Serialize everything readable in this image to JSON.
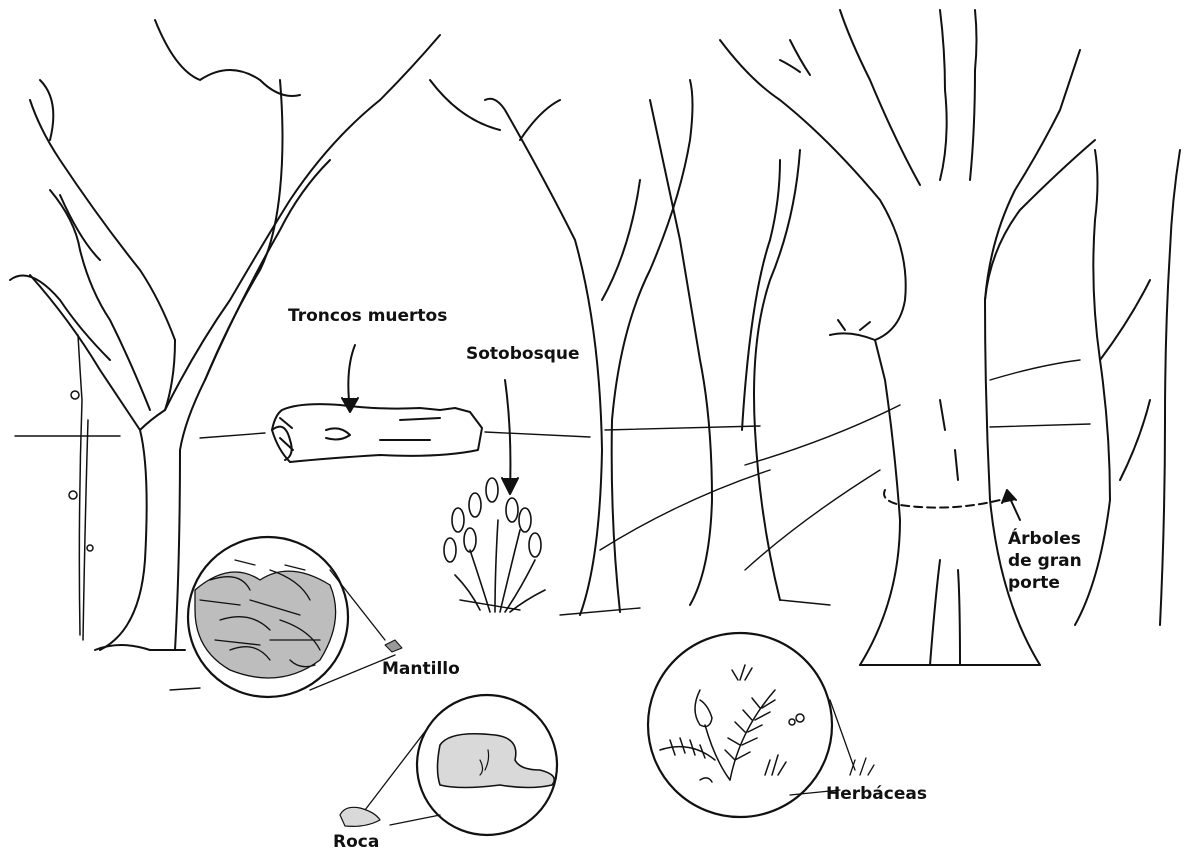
{
  "labels": {
    "troncos_muertos": "Troncos muertos",
    "sotobosque": "Sotobosque",
    "arboles_gran_porte": [
      "Árboles",
      "de gran",
      "porte"
    ],
    "mantillo": "Mantillo",
    "herbaceas": "Herbáceas",
    "roca": "Roca"
  },
  "colors": {
    "ink": "#111111",
    "rock_fill": "#d9d9d9",
    "mulch_fill": "#bdbdbd",
    "background": "#ffffff"
  }
}
